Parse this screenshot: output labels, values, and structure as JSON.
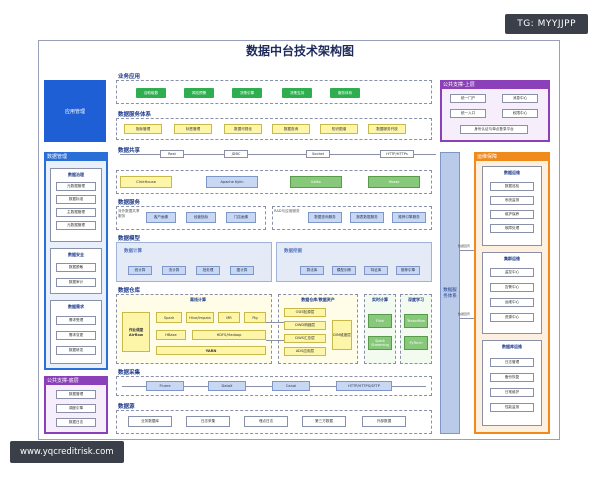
{
  "title": "数据中台技术架构图",
  "badge_tg": "TG: MYYJJPP",
  "watermark": "www.yqcreditrisk.com",
  "business_app": {
    "label": "业务应用",
    "items": [
      "自助取数",
      "风险预警",
      "决策引擎",
      "决策支持",
      "服务体系"
    ]
  },
  "app_mgmt": {
    "label": "应用管理"
  },
  "data_service": {
    "label": "数据服务体系",
    "items": [
      "指标管理",
      "标签管理",
      "数据可视化",
      "数据查询",
      "知识图谱",
      "数据服务开放"
    ]
  },
  "public_support_top": {
    "label": "公共支撑-上层",
    "items": [
      "统一门户",
      "消息中心",
      "统一入口",
      "权限中心",
      "身份认证与单点登录平台"
    ]
  },
  "data_share": {
    "label": "数据共享",
    "protocols": [
      "Rest",
      "JDBC",
      "Socket",
      "HTTP/HTTPs"
    ],
    "engines": [
      "ClickHouse",
      "Apache Kylin",
      "Kafka",
      "Hbase"
    ]
  },
  "data_service_layer": {
    "label": "数据服务",
    "left_caption": "对外数据共享服务",
    "left_items": [
      "客户画像",
      "经营指标",
      "门店画像"
    ],
    "right_caption": "RAD与应用服务",
    "right_items": [
      "数据查询服务",
      "报表数据服务",
      "推荐引擎服务"
    ]
  },
  "data_model": {
    "label": "数据模型",
    "compute": {
      "label": "数据计算",
      "items": [
        "统计算",
        "流计算",
        "批处理",
        "图计算"
      ]
    },
    "mining": {
      "label": "数据挖掘",
      "items": [
        "算法库",
        "模型训练",
        "特征库",
        "推荐引擎"
      ]
    }
  },
  "data_warehouse": {
    "label": "数据仓库",
    "compute": {
      "label": "离线计算",
      "scheduler": "作业调度 Airflow",
      "items": [
        "Spark",
        "Hive/Impala",
        "MR",
        "Pig",
        "HBase",
        "HDFS/Hadoop",
        "YARN"
      ]
    },
    "dw": {
      "label": "数据仓库/数据资产",
      "items": [
        "ODS贴源层",
        "DWD明细层",
        "DWS汇总层",
        "ADS应用层"
      ],
      "side": "DIM维度层"
    },
    "realtime": {
      "label": "实时计算",
      "items": [
        "Flink",
        "Spark Streaming"
      ]
    },
    "ml": {
      "label": "深度学习",
      "items": [
        "Tensorflow",
        "PyTorch"
      ]
    }
  },
  "data_collect": {
    "label": "数据采集",
    "items": [
      "Flume",
      "DataX",
      "Canal",
      "HTTP/HTTPS/SFTP"
    ]
  },
  "data_source": {
    "label": "数据源",
    "items": [
      "业务数据库",
      "日志采集",
      "埋点日志",
      "第三方数据",
      "外部数据"
    ]
  },
  "data_mgmt": {
    "label": "数据管理",
    "groups": [
      {
        "label": "数据治理",
        "items": [
          "元数据管理",
          "数据标准",
          "主数据管理",
          "元数据管理"
        ]
      },
      {
        "label": "数据安全",
        "items": [
          "数据脱敏",
          "数据审计"
        ]
      },
      {
        "label": "数据需求",
        "items": [
          "需求受理",
          "需求变更",
          "数据研发"
        ]
      }
    ]
  },
  "public_support_bottom": {
    "label": "公共支撑-底层",
    "items": [
      "数据管理",
      "调度引擎",
      "数据日志"
    ]
  },
  "hub": {
    "label": "数据服务体系"
  },
  "hub_links": [
    "数据回传",
    "数据回传"
  ],
  "ops": {
    "label": "运维保障",
    "groups": [
      {
        "label": "数据运维",
        "items": [
          "数据巡检",
          "系统监测",
          "维护保养",
          "故障处理"
        ]
      },
      {
        "label": "集群运维",
        "items": [
          "监控中心",
          "告警中心",
          "运维中心",
          "资源中心"
        ]
      },
      {
        "label": "数据库运维",
        "items": [
          "日志管理",
          "备份恢复",
          "日常维护",
          "性能监测"
        ]
      }
    ]
  }
}
